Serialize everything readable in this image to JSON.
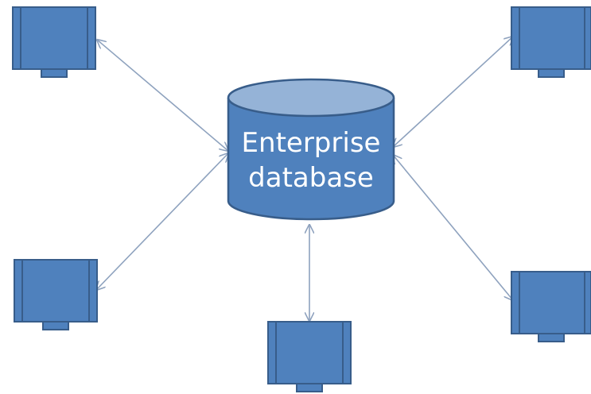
{
  "diagram": {
    "center_node": {
      "label_line1": "Enterprise",
      "label_line2": "database",
      "shape": "database-cylinder-icon"
    },
    "terminals": [
      {
        "id": "top-left",
        "shape": "monitor-icon"
      },
      {
        "id": "top-right",
        "shape": "monitor-icon"
      },
      {
        "id": "bottom-left",
        "shape": "monitor-icon"
      },
      {
        "id": "bottom-center",
        "shape": "monitor-icon"
      },
      {
        "id": "bottom-right",
        "shape": "monitor-icon"
      }
    ],
    "connections": "bidirectional",
    "colors": {
      "fill": "#4f81bd",
      "stroke": "#385d8a",
      "cylinder_top": "#95b3d7",
      "arrow": "#8ea2be",
      "text": "#ffffff"
    }
  }
}
